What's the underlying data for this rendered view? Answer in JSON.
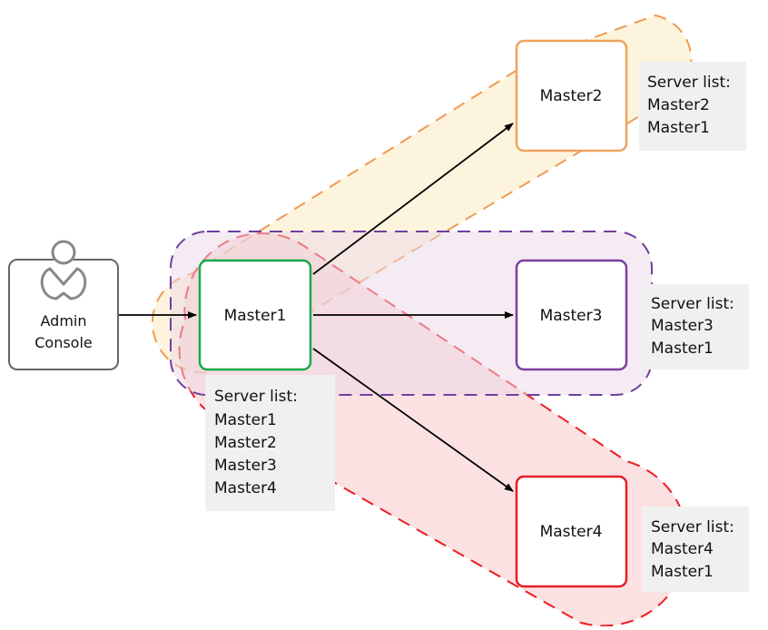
{
  "admin_console": {
    "label_line1": "Admin",
    "label_line2": "Console",
    "icon": "user-icon"
  },
  "masters": [
    {
      "name": "Master1",
      "color": "#1aa84b",
      "server_list": {
        "title": "Server list:",
        "entries": [
          "Master1",
          "Master2",
          "Master3",
          "Master4"
        ]
      }
    },
    {
      "name": "Master2",
      "color": "#f0a35e",
      "server_list": {
        "title": "Server list:",
        "entries": [
          "Master2",
          "Master1"
        ]
      }
    },
    {
      "name": "Master3",
      "color": "#7b3fa0",
      "server_list": {
        "title": "Server list:",
        "entries": [
          "Master3",
          "Master1"
        ]
      }
    },
    {
      "name": "Master4",
      "color": "#e41e26",
      "server_list": {
        "title": "Server list:",
        "entries": [
          "Master4",
          "Master1"
        ]
      }
    }
  ],
  "zones": [
    {
      "id": "master2-zone",
      "stroke": "#ee9a55",
      "fill": "#fbecc8"
    },
    {
      "id": "master3-zone",
      "stroke": "#7040a0",
      "fill": "#eedcea"
    },
    {
      "id": "master4-zone",
      "stroke": "#ee1c24",
      "fill": "#f8c2c6"
    }
  ],
  "colors": {
    "console_border": "#666666",
    "icon_stroke": "#888888",
    "list_bg": "#f0f0f0",
    "arrow": "#000000"
  }
}
